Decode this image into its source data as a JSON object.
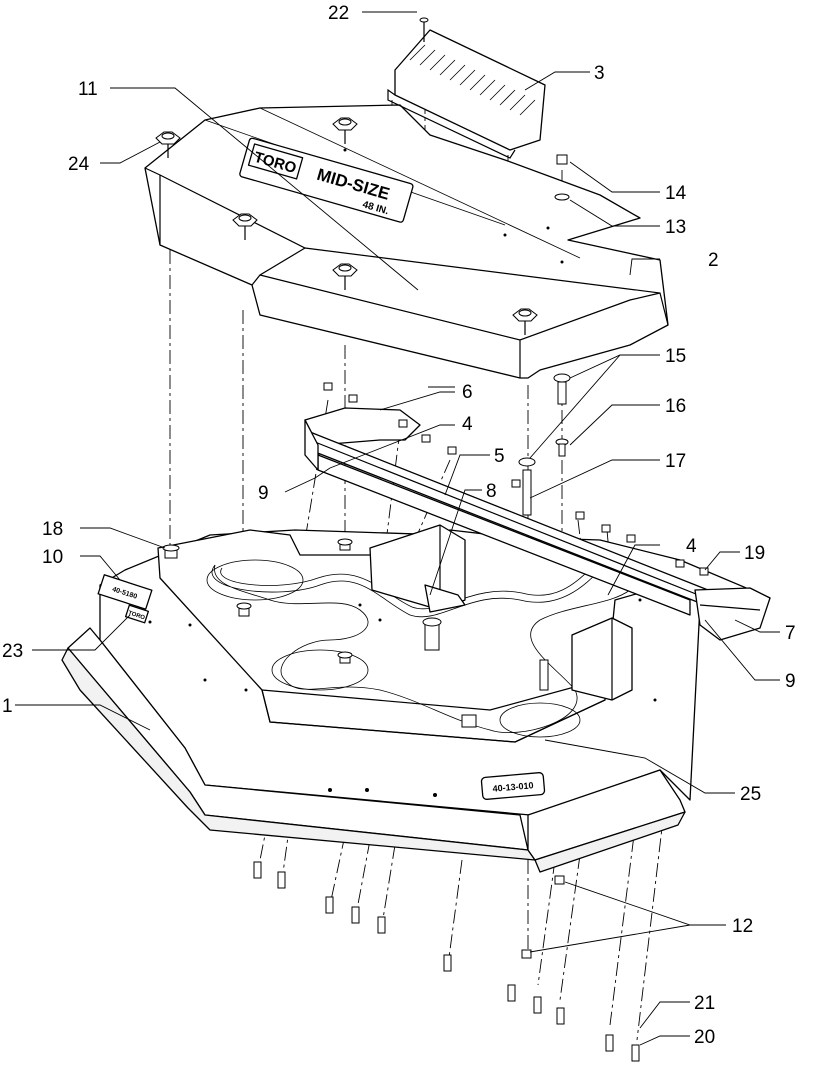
{
  "decals": {
    "brand": "TORO",
    "model": "MID-SIZE",
    "size": "48 IN.",
    "part_number": "40-13-010",
    "small_label_a": "40-5180",
    "small_label_b": "TORO"
  },
  "callouts": [
    {
      "id": "c22",
      "label": "22"
    },
    {
      "id": "c3",
      "label": "3"
    },
    {
      "id": "c11",
      "label": "11"
    },
    {
      "id": "c24",
      "label": "24"
    },
    {
      "id": "c14",
      "label": "14"
    },
    {
      "id": "c13",
      "label": "13"
    },
    {
      "id": "c2",
      "label": "2"
    },
    {
      "id": "c15",
      "label": "15"
    },
    {
      "id": "c6",
      "label": "6"
    },
    {
      "id": "c4a",
      "label": "4"
    },
    {
      "id": "c16",
      "label": "16"
    },
    {
      "id": "c5",
      "label": "5"
    },
    {
      "id": "c17",
      "label": "17"
    },
    {
      "id": "c9a",
      "label": "9"
    },
    {
      "id": "c8",
      "label": "8"
    },
    {
      "id": "c18",
      "label": "18"
    },
    {
      "id": "c10",
      "label": "10"
    },
    {
      "id": "c4b",
      "label": "4"
    },
    {
      "id": "c19",
      "label": "19"
    },
    {
      "id": "c7",
      "label": "7"
    },
    {
      "id": "c23",
      "label": "23"
    },
    {
      "id": "c9b",
      "label": "9"
    },
    {
      "id": "c1",
      "label": "1"
    },
    {
      "id": "c25",
      "label": "25"
    },
    {
      "id": "c12",
      "label": "12"
    },
    {
      "id": "c21",
      "label": "21"
    },
    {
      "id": "c20",
      "label": "20"
    }
  ]
}
